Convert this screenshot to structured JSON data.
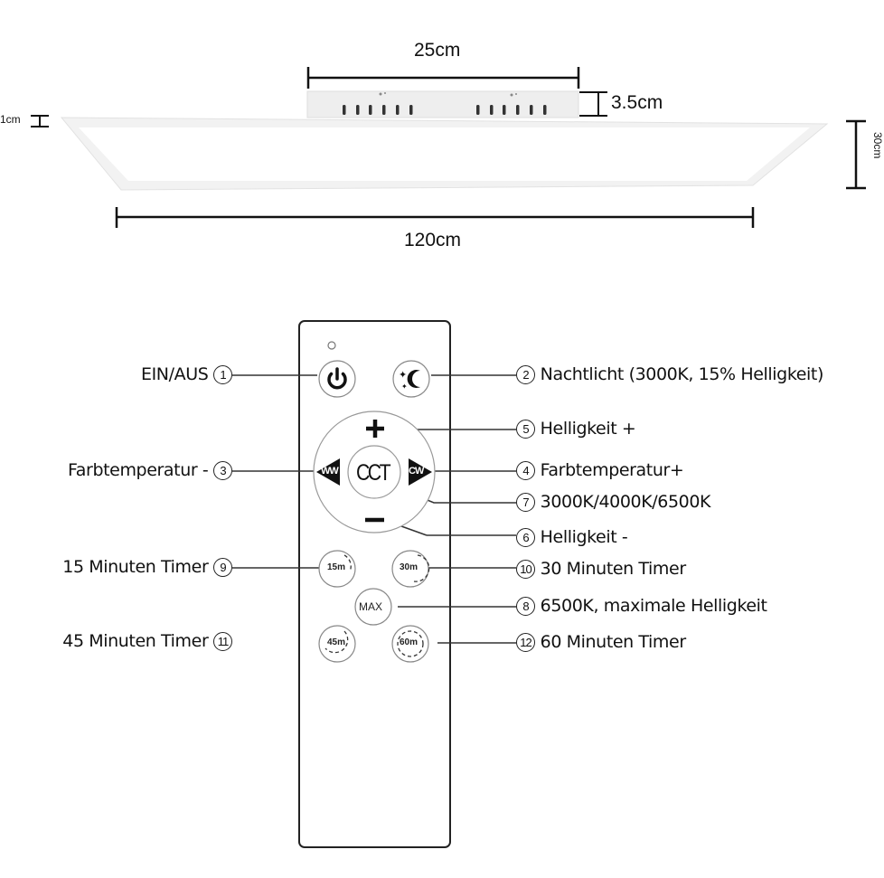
{
  "dimensions": {
    "driver_width": "25cm",
    "driver_height": "3.5cm",
    "panel_thickness": "1cm",
    "panel_length": "120cm",
    "panel_width": "30cm"
  },
  "remote": {
    "buttons": [
      {
        "id": 1,
        "name": "power",
        "icon": "power-icon"
      },
      {
        "id": 2,
        "name": "night-light",
        "icon": "moon-stars-icon"
      },
      {
        "id": 3,
        "name": "color-temp-down",
        "glyph": "WW"
      },
      {
        "id": 4,
        "name": "color-temp-up",
        "glyph": "CW"
      },
      {
        "id": 5,
        "name": "brightness-up",
        "glyph": "+"
      },
      {
        "id": 6,
        "name": "brightness-down",
        "glyph": "−"
      },
      {
        "id": 7,
        "name": "cct",
        "glyph": "CCT"
      },
      {
        "id": 8,
        "name": "max",
        "glyph": "MAX"
      },
      {
        "id": 9,
        "name": "timer-15",
        "glyph": "15m"
      },
      {
        "id": 10,
        "name": "timer-30",
        "glyph": "30m"
      },
      {
        "id": 11,
        "name": "timer-45",
        "glyph": "45m"
      },
      {
        "id": 12,
        "name": "timer-60",
        "glyph": "60m"
      }
    ]
  },
  "callouts": {
    "c1": {
      "num": "1",
      "text": "EIN/AUS"
    },
    "c2": {
      "num": "2",
      "text": "Nachtlicht (3000K, 15% Helligkeit)"
    },
    "c3": {
      "num": "3",
      "text": "Farbtemperatur -"
    },
    "c4": {
      "num": "4",
      "text": "Farbtemperatur+"
    },
    "c5": {
      "num": "5",
      "text": "Helligkeit +"
    },
    "c6": {
      "num": "6",
      "text": "Helligkeit -"
    },
    "c7": {
      "num": "7",
      "text": "3000K/4000K/6500K"
    },
    "c8": {
      "num": "8",
      "text": "6500K, maximale Helligkeit"
    },
    "c9": {
      "num": "9",
      "text": "15 Minuten Timer"
    },
    "c10": {
      "num": "10",
      "text": "30 Minuten Timer"
    },
    "c11": {
      "num": "11",
      "text": "45 Minuten Timer"
    },
    "c12": {
      "num": "12",
      "text": "60 Minuten Timer"
    }
  }
}
